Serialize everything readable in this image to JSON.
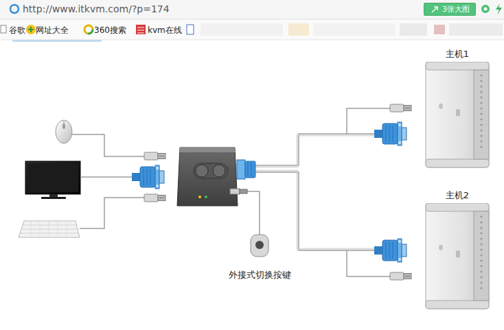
{
  "diagram": {
    "nodes": [
      {
        "text": [
          "3张大图"
        ]
      },
      {
        "text": [
          "主机1"
        ]
      },
      {
        "text": [
          "主机2"
        ]
      },
      {
        "text": [
          "外接式切换按键"
        ]
      }
    ],
    "labels": [
      "http://www.itkvm.com/?p=174",
      "谷歌",
      "网址大全",
      "360搜索",
      "kvm在线"
    ]
  }
}
